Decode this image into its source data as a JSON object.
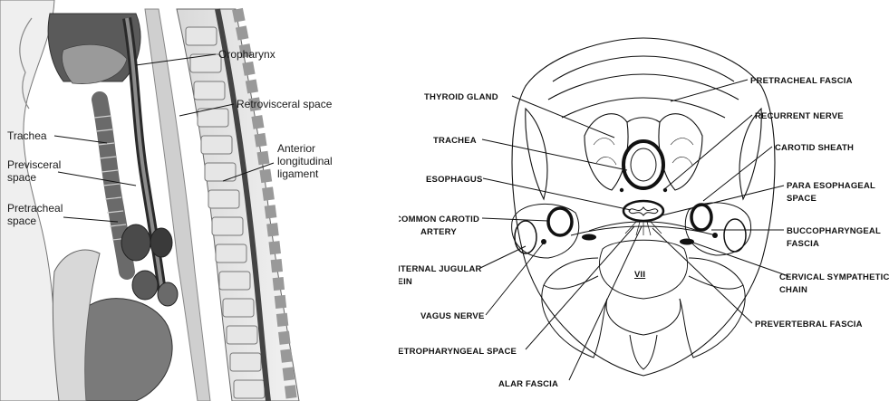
{
  "sagittal_view": {
    "labels": {
      "oropharynx": "Oropharynx",
      "retrovisceral_space": "Retrovisceral space",
      "trachea": "Trachea",
      "previsceral_line1": "Previsceral",
      "previsceral_line2": "space",
      "anterior_line1": "Anterior",
      "anterior_line2": "longitudinal",
      "anterior_line3": "ligament",
      "pretracheal_line1": "Pretracheal",
      "pretracheal_line2": "space"
    }
  },
  "axial_view": {
    "labels": {
      "thyroid_gland": "THYROID GLAND",
      "trachea": "TRACHEA",
      "esophagus": "ESOPHAGUS",
      "common_carotid_line1": "COMMON CAROTID",
      "common_carotid_line2": "ARTERY",
      "internal_jugular_line1": "INTERNAL JUGULAR",
      "internal_jugular_line2": "VEIN",
      "vagus_nerve": "VAGUS NERVE",
      "retropharyngeal_space": "RETROPHARYNGEAL SPACE",
      "alar_fascia": "ALAR FASCIA",
      "pretracheal_fascia": "PRETRACHEAL FASCIA",
      "recurrent_nerve": "RECURRENT NERVE",
      "carotid_sheath": "CAROTID SHEATH",
      "paraesophageal_line1": "PARA ESOPHAGEAL",
      "paraesophageal_line2": "SPACE",
      "buccopharyngeal_line1": "BUCCOPHARYNGEAL",
      "buccopharyngeal_line2": "FASCIA",
      "cervical_sympathetic_line1": "CERVICAL SYMPATHETIC",
      "cervical_sympathetic_line2": "CHAIN",
      "prevertebral_fascia": "PREVERTEBRAL FASCIA",
      "vertebra_label": "VII"
    }
  }
}
